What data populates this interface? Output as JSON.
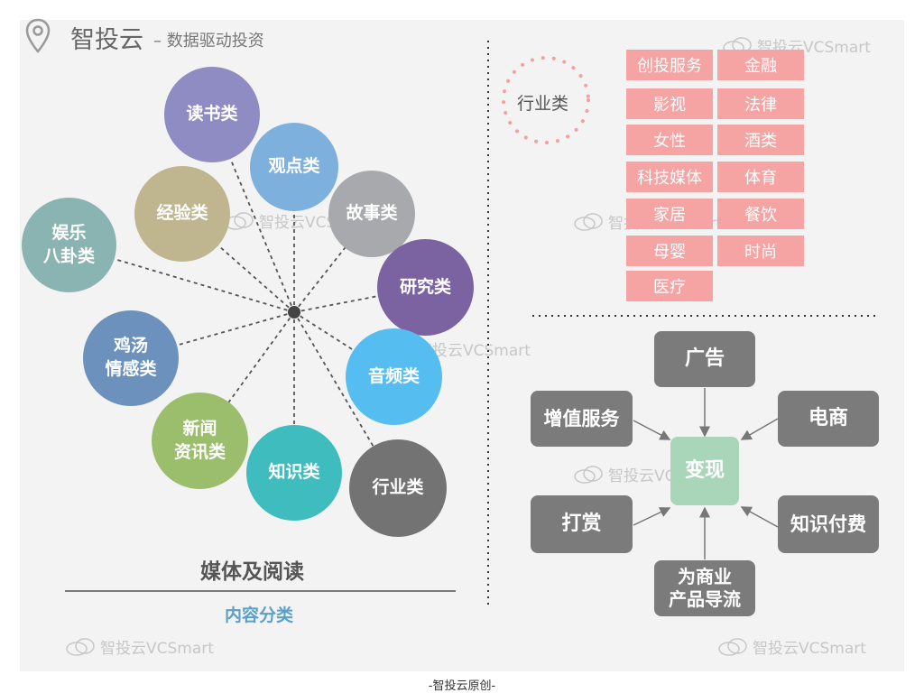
{
  "brand": {
    "title": "智投云",
    "subtitle": "– 数据驱动投资"
  },
  "watermark": "智投云VCSmart",
  "left": {
    "center_label": "媒体及阅读",
    "section_label": "内容分类",
    "categories": [
      {
        "label": "读书类",
        "color": "#8e8cc2"
      },
      {
        "label": "观点类",
        "color": "#7db0dd"
      },
      {
        "label": "故事类",
        "color": "#a8a9ac"
      },
      {
        "label": "经验类",
        "color": "#bfb68f"
      },
      {
        "label": "娱乐\n八卦类",
        "color": "#89b4b2"
      },
      {
        "label": "研究类",
        "color": "#7b62a0"
      },
      {
        "label": "鸡汤\n情感类",
        "color": "#6b91bc"
      },
      {
        "label": "音频类",
        "color": "#55bdf0"
      },
      {
        "label": "新闻\n资讯类",
        "color": "#9bbe6c"
      },
      {
        "label": "知识类",
        "color": "#3fbcbd"
      },
      {
        "label": "行业类",
        "color": "#737373"
      }
    ]
  },
  "industry": {
    "label": "行业类",
    "tags": [
      "创投服务",
      "金融",
      "影视",
      "法律",
      "女性",
      "酒类",
      "科技媒体",
      "体育",
      "家居",
      "餐饮",
      "母婴",
      "时尚",
      "医疗"
    ]
  },
  "bizmodel": {
    "center": "变现",
    "nodes": {
      "ad": "广告",
      "ecommerce": "电商",
      "value_added": "增值服务",
      "tip": "打赏",
      "paid_knowledge": "知识付费",
      "traffic": "为商业\n产品导流"
    }
  },
  "footer": "-智投云原创-"
}
